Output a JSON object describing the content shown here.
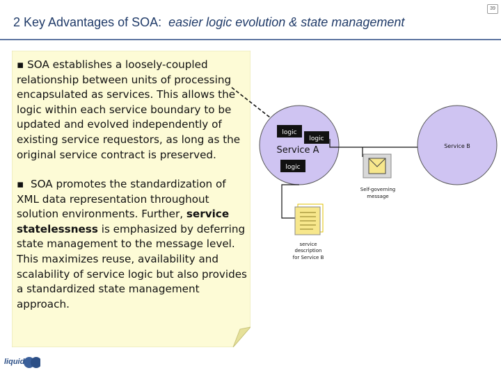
{
  "slide_number": "39",
  "title": {
    "prefix": "2 Key Advantages of SOA:",
    "emphasis": "easier logic evolution & state management"
  },
  "bullets": [
    {
      "marker": "▪",
      "text": "SOA establishes a loosely-coupled relationship between units of processing encapsulated as services. This allows the logic within each service boundary to be updated and evolved independently of existing service requestors, as long as the original service contract is preserved."
    },
    {
      "marker": "▪",
      "text_before": "SOA promotes the standardization of XML data representation throughout solution environments. Further,",
      "emphasis": "service statelessness",
      "text_after": "is emphasized by deferring state management to the message level. This maximizes reuse, availability and scalability of service logic but also provides a standardized state management approach."
    }
  ],
  "diagram": {
    "service_a": {
      "label": "Service A",
      "logic_labels": [
        "logic",
        "logic",
        "logic"
      ]
    },
    "service_b": {
      "label": "Service B"
    },
    "message_label": "Self-governing message",
    "description_label": "service description for Service B"
  },
  "colors": {
    "title": "#1f3a68",
    "rule": "#5c74a0",
    "note_fill": "#fdfbd6",
    "service_fill": "#cfc4f2",
    "logic_box": "#111111",
    "envelope_fill": "#f7e78c"
  },
  "logo": {
    "text": "liquid"
  }
}
